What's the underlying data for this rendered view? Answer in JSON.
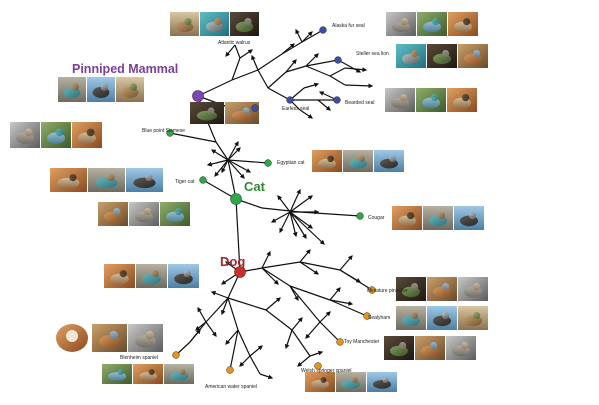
{
  "categories": {
    "pinniped": {
      "label": "Pinniped Mammal",
      "color": "#7a3f9a"
    },
    "cat": {
      "label": "Cat",
      "color": "#2e8b2e"
    },
    "dog": {
      "label": "Dog",
      "color": "#a6262c"
    }
  },
  "leaf_labels": {
    "atlantic_walrus": "Atlantic walrus",
    "alaska_fur_seal": "Alaska fur seal",
    "steller_sea_lion": "Steller sea lion",
    "earless_seal": "Earless seal",
    "bearded_seal": "Bearded seal",
    "blue_point_siamese": "Blue point Siamese",
    "egyptian_cat": "Egyptian cat",
    "tiger_cat": "Tiger cat",
    "cougar": "Cougar",
    "miniature_pinscher": "Miniature pinscher",
    "sealyham": "Sealyham",
    "toy_manchester": "Toy Manchester",
    "blenheim_spaniel": "Blenheim spaniel",
    "american_water_spaniel": "American water spaniel",
    "welsh_springer_spaniel": "Welsh springer spaniel"
  },
  "node_colors": {
    "pinniped": "#3b4fa8",
    "cat": "#2fa84a",
    "dog": "#e8941c"
  }
}
